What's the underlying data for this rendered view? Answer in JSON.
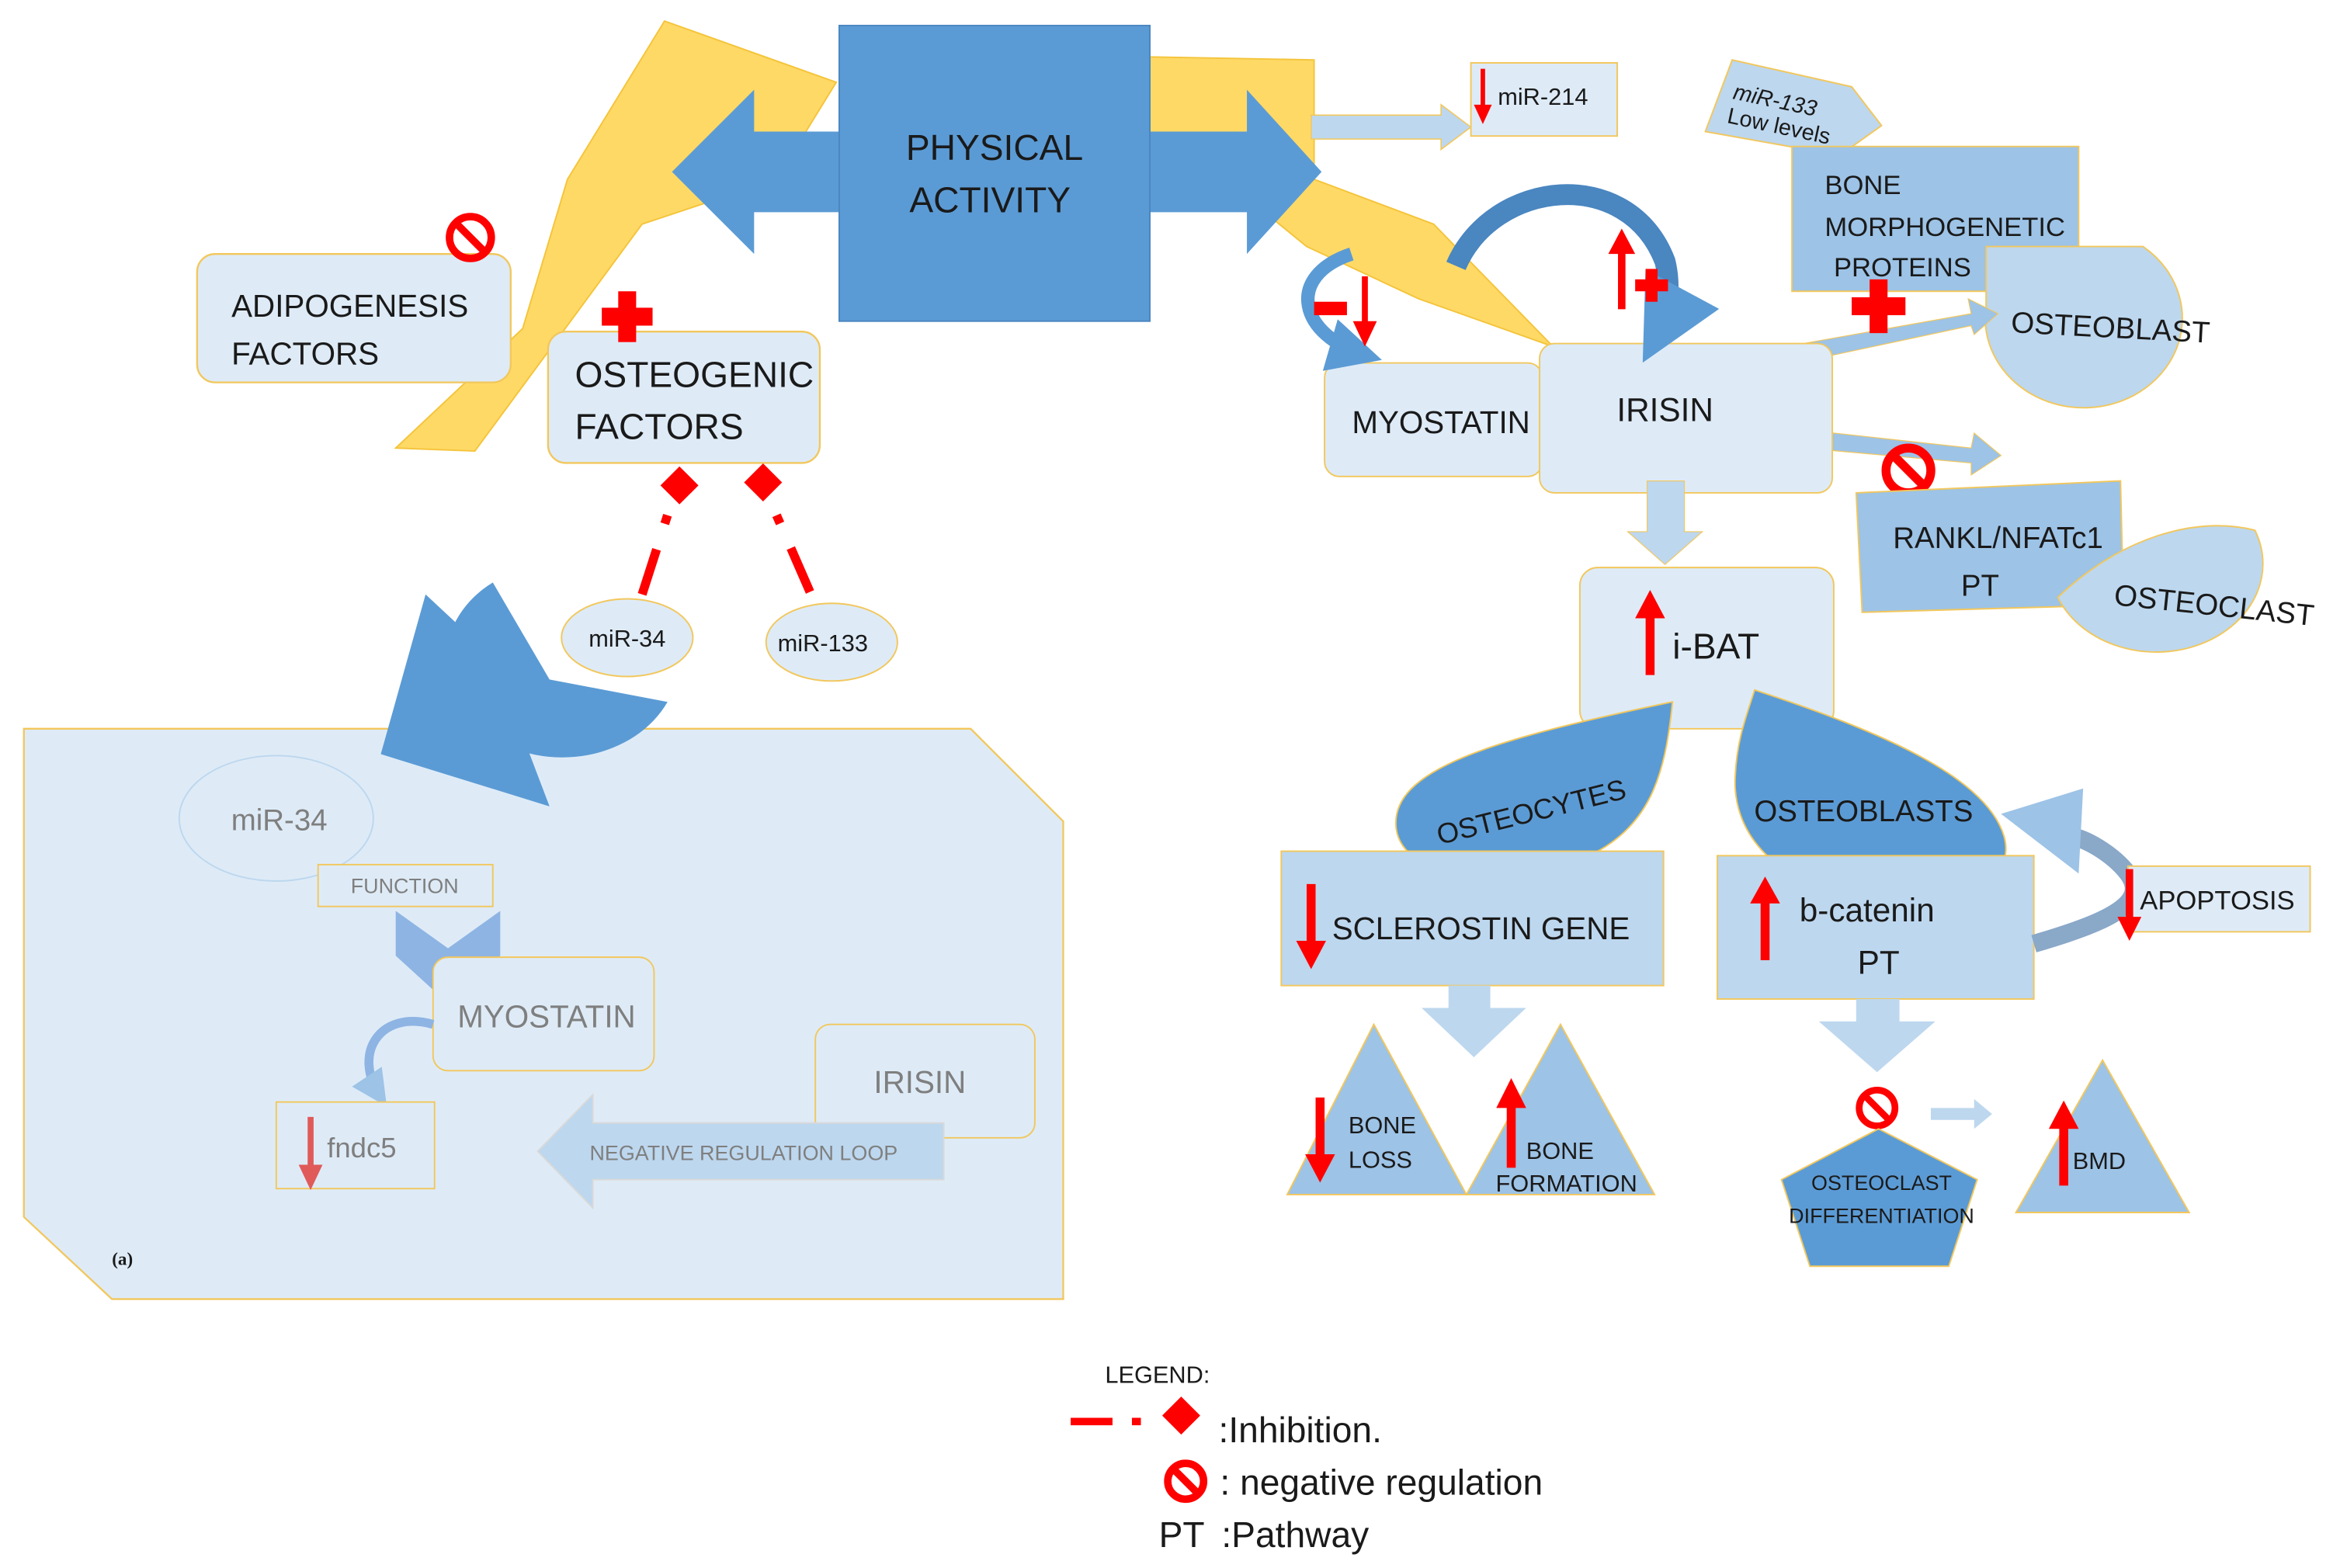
{
  "nodes": {
    "physical_activity": [
      "PHYSICAL",
      "ACTIVITY"
    ],
    "adipogenesis_factors": [
      "ADIPOGENESIS",
      "FACTORS"
    ],
    "osteogenic_factors": [
      "OSTEOGENIC",
      "FACTORS"
    ],
    "mir34_small": "miR-34",
    "mir133_small": "miR-133",
    "mir214": "miR-214",
    "mir133_low": [
      "miR-133",
      "Low levels"
    ],
    "bmp": [
      "BONE",
      "MORPHOGENETIC",
      "PROTEINS"
    ],
    "osteoblast": "OSTEOBLAST",
    "myostatin_top": "MYOSTATIN",
    "irisin_top": "IRISIN",
    "rankl": [
      "RANKL/NFATc1",
      "PT"
    ],
    "osteoclast": "OSTEOCLAST",
    "ibat": "i-BAT",
    "osteocytes": "OSTEOCYTES",
    "osteoblasts": "OSTEOBLASTS",
    "sclerostin": "SCLEROSTIN GENE",
    "bcatenin": [
      "b-catenin",
      "PT"
    ],
    "apoptosis": "APOPTOSIS",
    "bone_loss": [
      "BONE",
      "LOSS"
    ],
    "bone_formation": [
      "BONE",
      "FORMATION"
    ],
    "osteoclast_diff": [
      "OSTEOCLAST",
      "DIFFERENTIATION"
    ],
    "bmd": "BMD"
  },
  "panel_a": {
    "mir34": "miR-34",
    "function": "FUNCTION",
    "myostatin": "MYOSTATIN",
    "fndc5": "fndc5",
    "irisin": "IRISIN",
    "loop": "NEGATIVE REGULATION LOOP",
    "label": "(a)"
  },
  "legend": {
    "title": "LEGEND:",
    "inhibition": ":Inhibition.",
    "negative_regulation": ": negative regulation",
    "pt_abbr": "PT",
    "pathway": ":Pathway"
  },
  "colors": {
    "bolt": "#FFD966",
    "bolt_stroke": "#F4C43A",
    "main_blue": "#5B9BD5",
    "mid_blue": "#9DC3E6",
    "light_box": "#DEEBF7",
    "box_border": "#F2C75C",
    "red": "#FF0000",
    "panel_bg": "#DEEBF7",
    "faded_text": "#7F7F7F"
  },
  "icons": [
    "prohibition-icon",
    "plus-icon",
    "up-arrow-icon",
    "down-arrow-icon",
    "inhibition-diamond-icon",
    "curved-arrow-icon"
  ]
}
